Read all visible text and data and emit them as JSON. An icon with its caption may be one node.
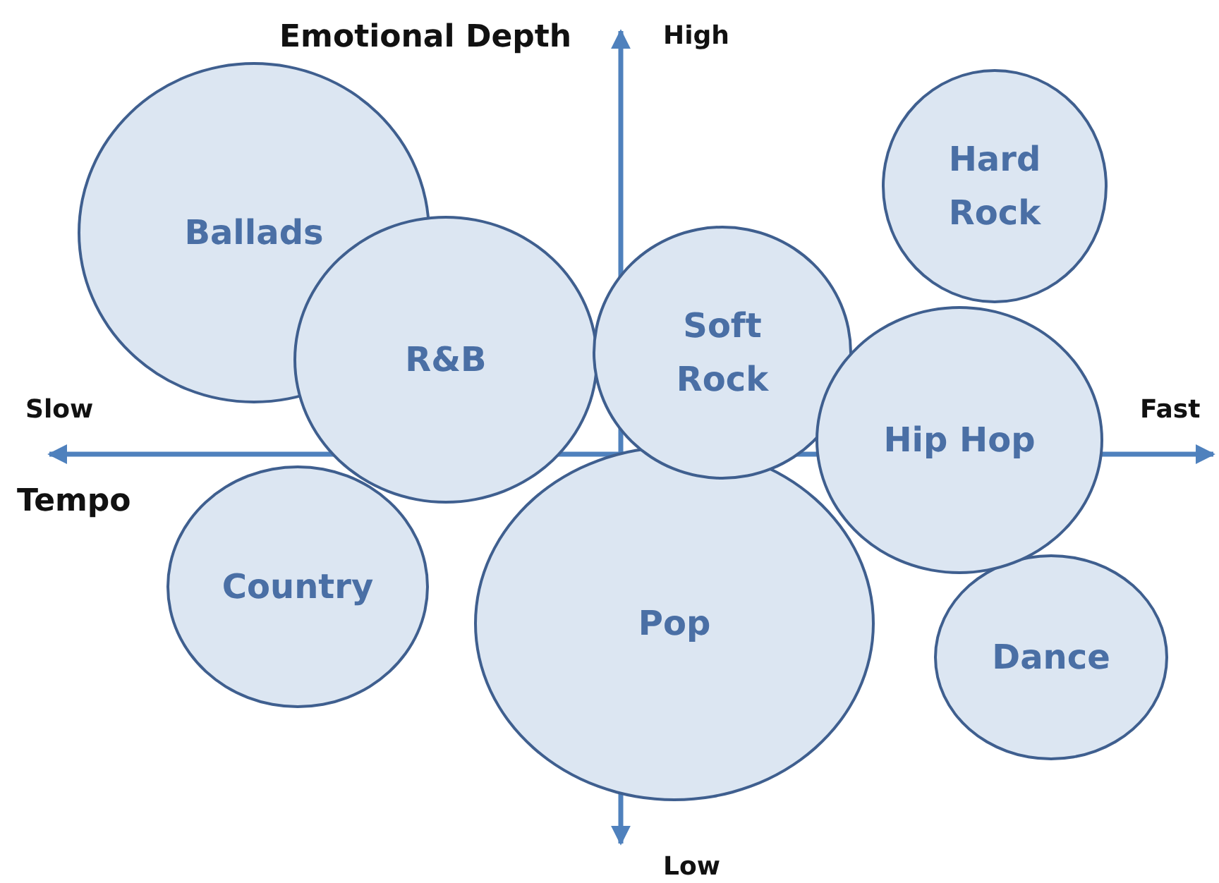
{
  "diagram": {
    "nodes": [
      {
        "text": [
          "Hard Rock"
        ]
      },
      {
        "text": [
          "Ballads"
        ]
      },
      {
        "text": [
          "R&B"
        ]
      },
      {
        "text": [
          "Soft Rock"
        ]
      },
      {
        "text": [
          "Hip Hop"
        ]
      },
      {
        "text": [
          "Country"
        ]
      },
      {
        "text": [
          "Pop"
        ]
      },
      {
        "text": [
          "Dance"
        ]
      }
    ],
    "edges": [],
    "labels": [
      "Emotional Depth",
      "High",
      "Slow",
      "Fast",
      "Tempo",
      "Low"
    ]
  }
}
